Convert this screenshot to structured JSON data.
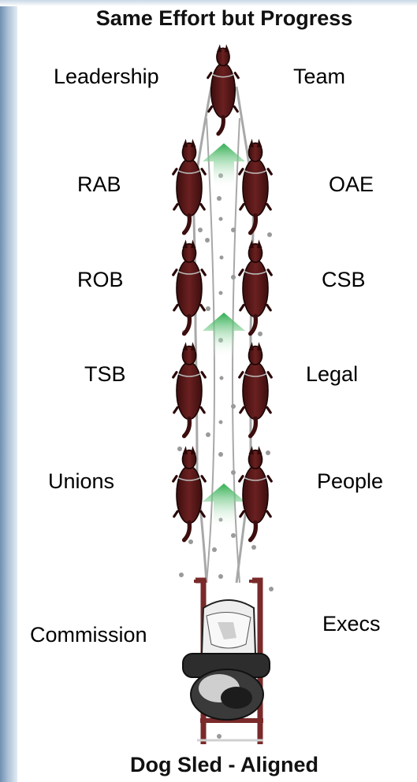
{
  "title": "Same Effort but Progress",
  "caption": "Dog Sled - Aligned",
  "labels": {
    "leadership": "Leadership",
    "team": "Team",
    "rab": "RAB",
    "oae": "OAE",
    "rob": "ROB",
    "csb": "CSB",
    "tsb": "TSB",
    "legal": "Legal",
    "unions": "Unions",
    "people": "People",
    "commission": "Commission",
    "execs": "Execs"
  },
  "colors": {
    "dog": "#5a1616",
    "dog_outline": "#1a0505",
    "arrow": "#2fae4f",
    "sled": "#7a2a2a",
    "rope": "#a0a0a0",
    "edge": "#8fabc7"
  }
}
